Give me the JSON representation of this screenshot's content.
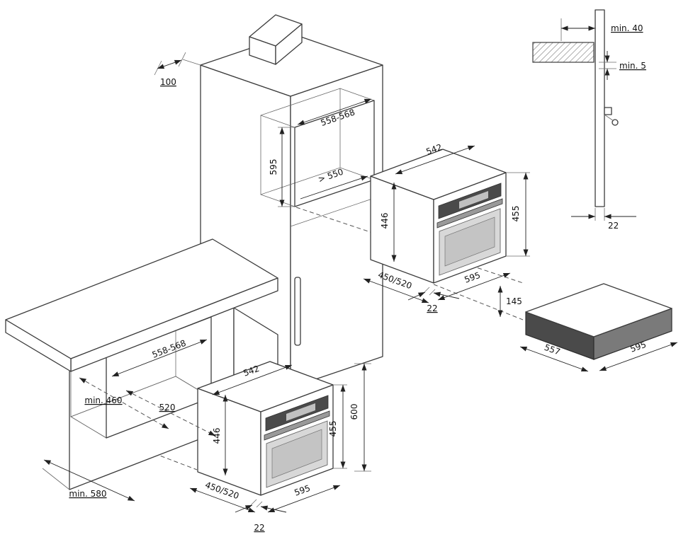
{
  "meta": {
    "description": "Built-in compact oven and warming drawer installation diagram"
  },
  "wall_detail": {
    "dim_min40": "min. 40",
    "dim_min5": "min. 5",
    "dim_22": "22"
  },
  "tall_unit": {
    "dim_100": "100",
    "niche_width": "558-568",
    "niche_height": "595",
    "niche_depth": "> 550"
  },
  "upper_oven": {
    "width_top": "542",
    "height_body": "446",
    "height_niche": "455",
    "depth": "450/520",
    "width_front": "595",
    "gap_22": "22"
  },
  "drawer": {
    "gap_145": "145",
    "depth": "557",
    "width": "595"
  },
  "base_unit": {
    "niche_width": "558-568",
    "depth_min": "min. 460",
    "depth_520": "520",
    "depth_total": "min. 580"
  },
  "lower_oven": {
    "width_top": "542",
    "height_body": "446",
    "height_niche": "600",
    "height_front": "455",
    "depth": "450/520",
    "width_front": "595",
    "gap_22": "22"
  }
}
